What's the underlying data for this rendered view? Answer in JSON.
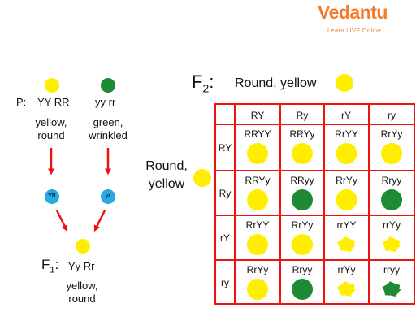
{
  "brand": {
    "name": "Vedantu",
    "tagline": "Learn LIVE Online",
    "color": "#f47b2a"
  },
  "colors": {
    "yellow": "#ffee00",
    "green": "#1e8a36",
    "gamete": "#2aa8e0",
    "arrow": "#ee1111",
    "grid": "#ee1111"
  },
  "parents": {
    "prefix": "P:",
    "yellow_round": {
      "genotype": "YY RR",
      "phenotype_line1": "yellow,",
      "phenotype_line2": "round"
    },
    "green_wrinkled": {
      "genotype": "yy rr",
      "phenotype_line1": "green,",
      "phenotype_line2": "wrinkled"
    }
  },
  "gametes": [
    "YR",
    "yr"
  ],
  "f1": {
    "label_main": "F",
    "label_sub": "1",
    "label_colon": ":",
    "genotype": "Yy Rr",
    "phenotype_line1": "yellow,",
    "phenotype_line2": "round"
  },
  "f2": {
    "label_main": "F",
    "label_sub": "2",
    "label_colon": ":",
    "title": "Round, yellow",
    "side_line1": "Round,",
    "side_line2": "yellow",
    "col_headers": [
      "RY",
      "Ry",
      "rY",
      "ry"
    ],
    "row_headers": [
      "RY",
      "Ry",
      "rY",
      "ry"
    ],
    "cells": [
      [
        {
          "g": "RRYY",
          "p": "round-yellow"
        },
        {
          "g": "RRYy",
          "p": "round-yellow"
        },
        {
          "g": "RrYY",
          "p": "round-yellow"
        },
        {
          "g": "RrYy",
          "p": "round-yellow"
        }
      ],
      [
        {
          "g": "RRYy",
          "p": "round-yellow"
        },
        {
          "g": "RRyy",
          "p": "round-green"
        },
        {
          "g": "RrYy",
          "p": "round-yellow"
        },
        {
          "g": "Rryy",
          "p": "round-green"
        }
      ],
      [
        {
          "g": "RrYY",
          "p": "round-yellow"
        },
        {
          "g": "RrYy",
          "p": "round-yellow"
        },
        {
          "g": "rrYY",
          "p": "wrinkled-yellow"
        },
        {
          "g": "rrYy",
          "p": "wrinkled-yellow"
        }
      ],
      [
        {
          "g": "RrYy",
          "p": "round-yellow"
        },
        {
          "g": "Rryy",
          "p": "round-green"
        },
        {
          "g": "rrYy",
          "p": "wrinkled-yellow"
        },
        {
          "g": "rryy",
          "p": "wrinkled-green"
        }
      ]
    ]
  }
}
